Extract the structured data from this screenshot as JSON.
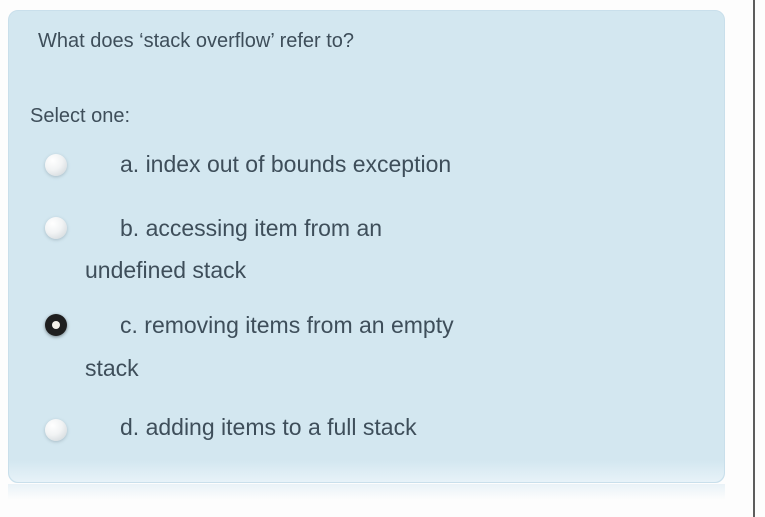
{
  "question": {
    "text": "What does ‘stack overflow’ refer to?",
    "prompt": "Select one:"
  },
  "options": [
    {
      "value": "a",
      "selected": false,
      "lines": [
        "a. index out of bounds exception"
      ]
    },
    {
      "value": "b",
      "selected": false,
      "lines": [
        "b. accessing item from an",
        "undefined stack"
      ]
    },
    {
      "value": "c",
      "selected": true,
      "lines": [
        "c. removing items from an empty",
        "stack"
      ]
    },
    {
      "value": "d",
      "selected": false,
      "lines": [
        "d. adding items to a full stack"
      ]
    }
  ],
  "colors": {
    "card_background": "#d3e7f0",
    "text": "#3e4e5a",
    "selected_radio": "#1f1f1f",
    "vertical_rule": "#5d5d5d"
  }
}
